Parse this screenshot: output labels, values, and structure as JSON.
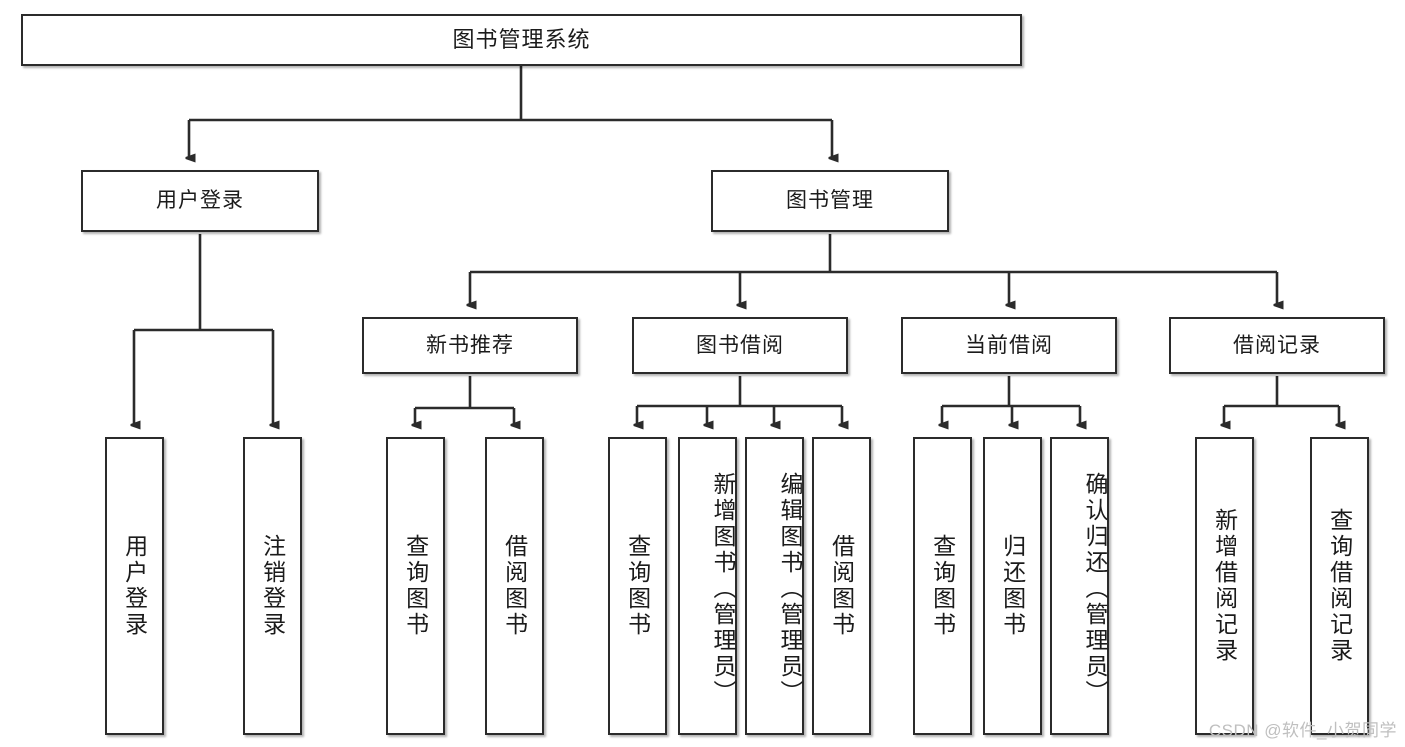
{
  "diagram": {
    "title": "图书管理系统",
    "type": "tree-hierarchy",
    "background": "#ffffff",
    "line_color": "#2b2b2b",
    "box_fill": "#ffffff",
    "nodes": {
      "root": {
        "label": "图书管理系统"
      },
      "level2": [
        {
          "label": "用户登录"
        },
        {
          "label": "图书管理"
        }
      ],
      "level3": [
        {
          "label": "新书推荐"
        },
        {
          "label": "图书借阅"
        },
        {
          "label": "当前借阅"
        },
        {
          "label": "借阅记录"
        }
      ],
      "leaves": {
        "user_login": [
          {
            "label": "用户登录"
          },
          {
            "label": "注销登录"
          }
        ],
        "new_book_recommend": [
          {
            "label": "查询图书"
          },
          {
            "label": "借阅图书"
          }
        ],
        "book_borrow": [
          {
            "label": "查询图书"
          },
          {
            "label": "新增图书（管理员）"
          },
          {
            "label": "编辑图书（管理员）"
          },
          {
            "label": "借阅图书"
          }
        ],
        "current_borrow": [
          {
            "label": "查询图书"
          },
          {
            "label": "归还图书"
          },
          {
            "label": "确认归还（管理员）"
          }
        ],
        "borrow_records": [
          {
            "label": "新增借阅记录"
          },
          {
            "label": "查询借阅记录"
          }
        ]
      }
    },
    "watermark": "CSDN @软件_小贺同学"
  }
}
